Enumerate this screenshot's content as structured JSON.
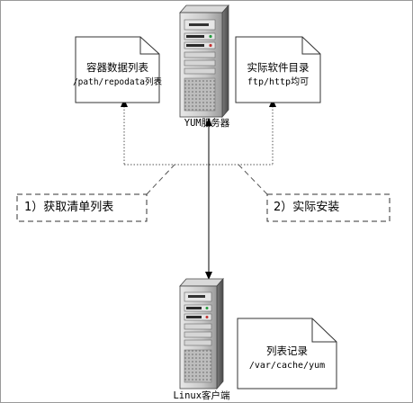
{
  "server_label": "YUM服务器",
  "client_label": "Linux客户端",
  "doc_left": {
    "line1": "容器数据列表",
    "line2": "/path/repodata列表"
  },
  "doc_right": {
    "line1": "实际软件目录",
    "line2": "ftp/http均可"
  },
  "doc_client": {
    "line1": "列表记录",
    "line2": "/var/cache/yum"
  },
  "step1": "1）获取清单列表",
  "step2": "2）实际安装"
}
